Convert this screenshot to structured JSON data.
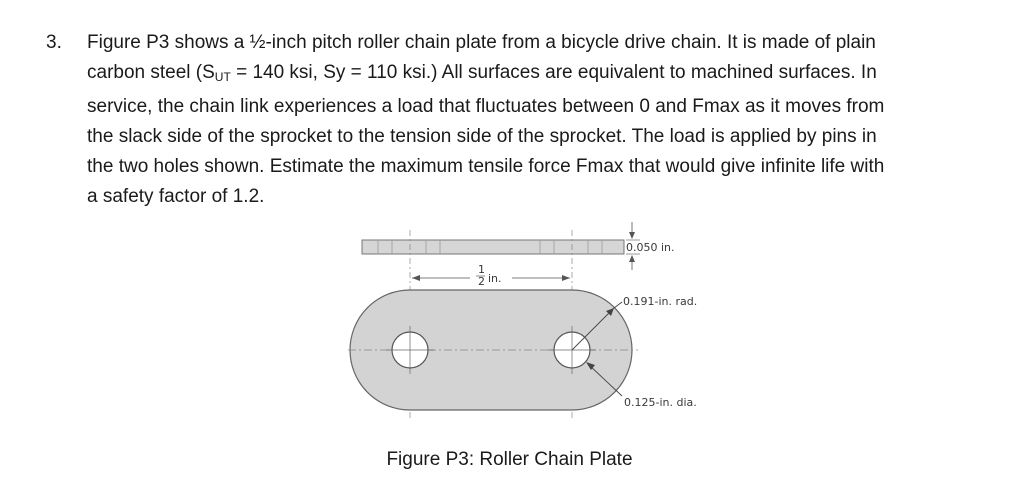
{
  "problem": {
    "number": "3.",
    "line1": "Figure P3 shows a ½-inch pitch roller chain plate from a bicycle drive chain. It is made of plain",
    "line2_pre": "carbon steel (S",
    "line2_sub": "UT",
    "line2_post": " = 140 ksi, Sy = 110 ksi.) All surfaces are equivalent to machined surfaces. In",
    "line3": "service, the chain link experiences a load that fluctuates between 0 and Fmax as it moves from",
    "line4": "the slack side of the sprocket to the tension side of the sprocket. The load is applied by pins in",
    "line5": "the two holes shown. Estimate the maximum tensile force Fmax that would give infinite life with",
    "line6": "a safety factor of 1.2."
  },
  "figure": {
    "thickness_label": "0.050 in.",
    "pitch_label_num": "1",
    "pitch_label_den": "2",
    "pitch_label_unit": "in.",
    "radius_label": "0.191-in. rad.",
    "hole_label": "0.125-in. dia.",
    "caption": "Figure P3: Roller Chain Plate"
  }
}
